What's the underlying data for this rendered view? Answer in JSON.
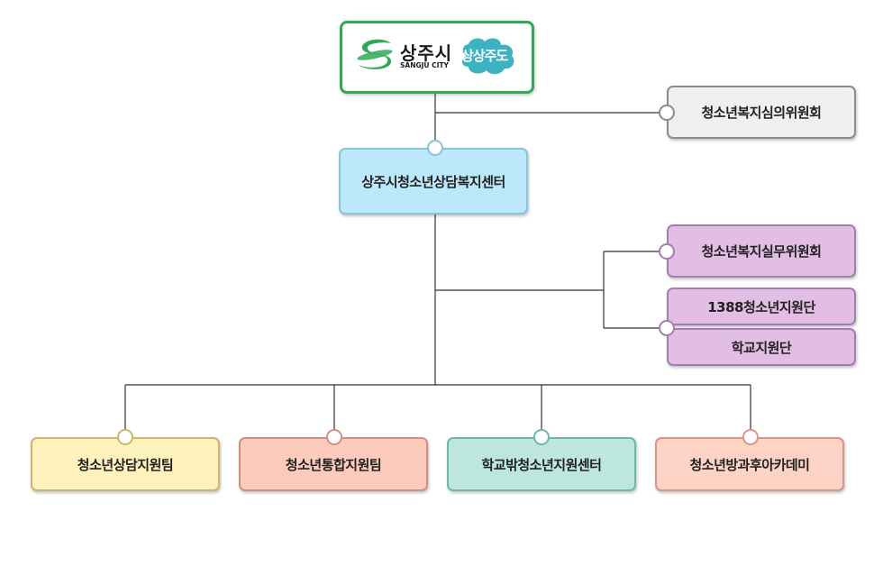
{
  "logo": {
    "name": "상주시",
    "name_en": "SANGJU CITY",
    "slogan": "상상주도",
    "colors": {
      "green": "#2eaa57",
      "teal": "#3bb3c3"
    }
  },
  "nodes": {
    "committee": "청소년복지심의위원회",
    "center": "상주시청소년상담복지센터",
    "practical_committee": "청소년복지실무위원회",
    "support_1388": "1388청소년지원단",
    "school_support": "학교지원단",
    "team_counseling": "청소년상담지원팀",
    "team_integrated": "청소년통합지원팀",
    "out_of_school_center": "학교밖청소년지원센터",
    "academy": "청소년방과후아카데미"
  }
}
